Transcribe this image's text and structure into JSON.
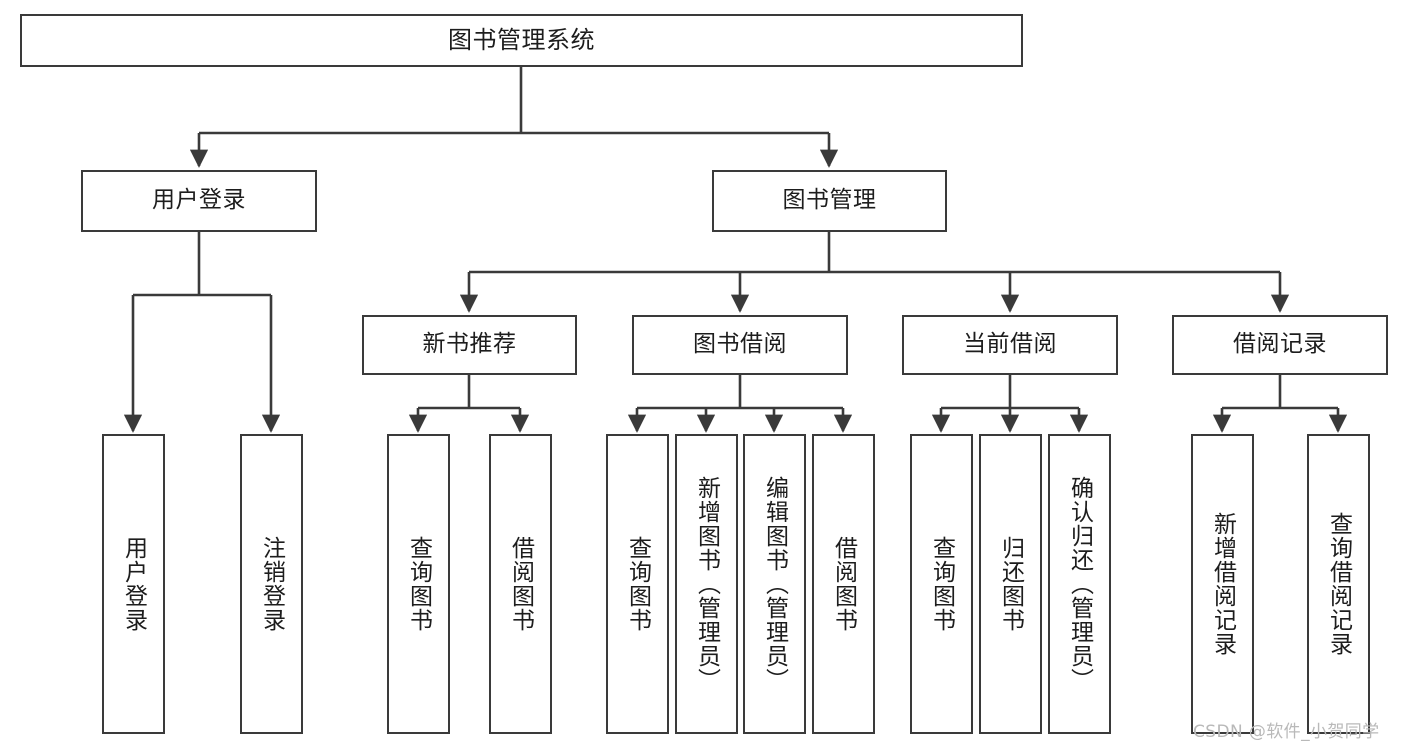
{
  "diagram": {
    "title": "图书管理系统",
    "type": "hierarchy-tree",
    "colors": {
      "box_border": "#3a3a3a",
      "box_fill": "#ffffff",
      "edge": "#3a3a3a",
      "text": "#1d1d1d",
      "watermark": "#b9b9b9",
      "background": "#ffffff"
    },
    "watermark": "CSDN @软件_小贺同学",
    "levels": {
      "root": {
        "label": "图书管理系统"
      },
      "level2": [
        {
          "label": "用户登录"
        },
        {
          "label": "图书管理"
        }
      ],
      "level3": [
        {
          "label": "新书推荐"
        },
        {
          "label": "图书借阅"
        },
        {
          "label": "当前借阅"
        },
        {
          "label": "借阅记录"
        }
      ],
      "leaves": [
        {
          "label": "用户登录",
          "parent": "用户登录"
        },
        {
          "label": "注销登录",
          "parent": "用户登录"
        },
        {
          "label": "查询图书",
          "parent": "新书推荐"
        },
        {
          "label": "借阅图书",
          "parent": "新书推荐"
        },
        {
          "label": "查询图书",
          "parent": "图书借阅"
        },
        {
          "label": "新增图书（管理员）",
          "parent": "图书借阅"
        },
        {
          "label": "编辑图书（管理员）",
          "parent": "图书借阅"
        },
        {
          "label": "借阅图书",
          "parent": "图书借阅"
        },
        {
          "label": "查询图书",
          "parent": "当前借阅"
        },
        {
          "label": "归还图书",
          "parent": "当前借阅"
        },
        {
          "label": "确认归还（管理员）",
          "parent": "当前借阅"
        },
        {
          "label": "新增借阅记录",
          "parent": "借阅记录"
        },
        {
          "label": "查询借阅记录",
          "parent": "借阅记录"
        }
      ]
    },
    "nodes": {
      "root": "图书管理系统",
      "user_login": "用户登录",
      "book_manage": "图书管理",
      "new_book_rec": "新书推荐",
      "book_borrow": "图书借阅",
      "current_borrow": "当前借阅",
      "borrow_record": "借阅记录",
      "leaf_user_login": "用户登录",
      "leaf_logout": "注销登录",
      "leaf_query_book_1": "查询图书",
      "leaf_borrow_book_1": "借阅图书",
      "leaf_query_book_2": "查询图书",
      "leaf_add_book": "新增图书（管理员）",
      "leaf_edit_book": "编辑图书（管理员）",
      "leaf_borrow_book_2": "借阅图书",
      "leaf_query_book_3": "查询图书",
      "leaf_return_book": "归还图书",
      "leaf_confirm_return": "确认归还（管理员）",
      "leaf_add_record": "新增借阅记录",
      "leaf_query_record": "查询借阅记录"
    }
  }
}
